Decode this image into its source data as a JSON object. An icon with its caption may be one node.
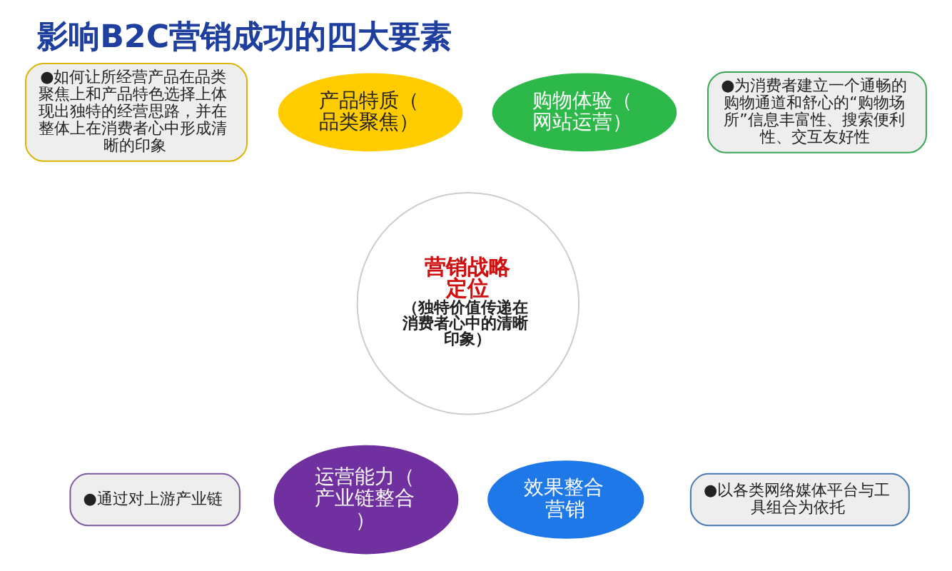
{
  "diagram": {
    "title": "影响B2C营销成功的四大要素",
    "nodes": [
      {
        "text": [
          "●如何让所经营产品在品类聚焦上和产品特色选择上体现出独特的经营思路，并在整体上在消费者心中形成清晰的印象"
        ]
      },
      {
        "text": [
          "●为消费者建立一个通畅的购物通道和舒心的“购物场所”信息丰富性、搜索便利性、交互友好性"
        ]
      },
      {
        "text": [
          "产品特质（品类聚焦）"
        ]
      },
      {
        "text": [
          "购物体验（网站运营）"
        ]
      },
      {
        "text": [
          "营销战略定位",
          "（独特价值传递在消费者心中的清晰印象）"
        ]
      },
      {
        "text": [
          "运营能力（产业链整合）"
        ]
      },
      {
        "text": [
          "效果整合营销"
        ]
      },
      {
        "text": [
          "●通过对上游产业链"
        ]
      },
      {
        "text": [
          "●以各类网络媒体平台与工具组合为依托"
        ]
      }
    ],
    "edges": []
  }
}
